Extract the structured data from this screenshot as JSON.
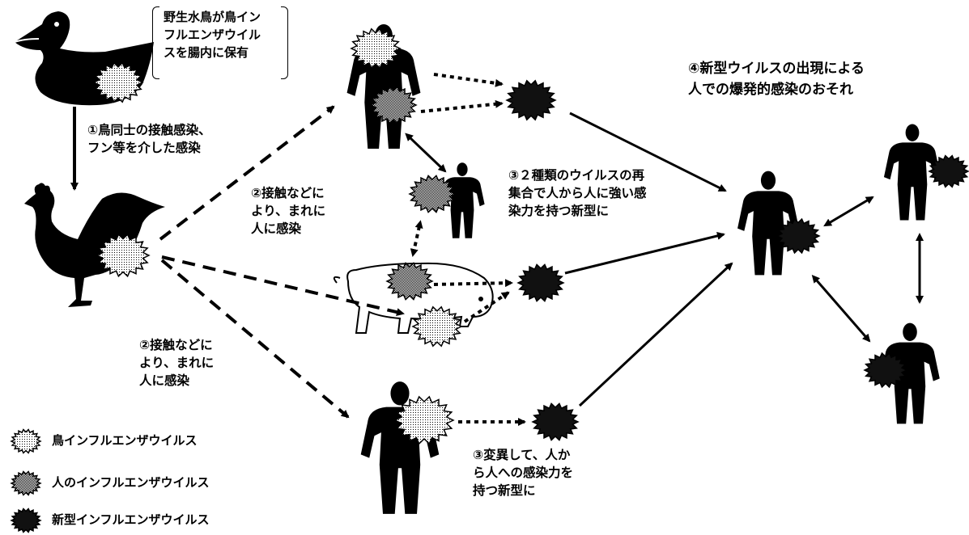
{
  "labels": {
    "wild_bird_note": "野生水鳥が鳥イン\nフルエンザウイル\nスを腸内に保有",
    "step1": "①鳥同士の接触感染、\nフン等を介した感染",
    "step2_upper": "②接触などに\nより、まれに\n人に感染",
    "step2_lower": "②接触などに\nより、まれに\n人に感染",
    "step3_reassort": "③２種類のウイルスの再\n集合で人から人に強い感\n染力を持つ新型に",
    "step3_mutate": "③変異して、人か\nら人への感染力を\n持つ新型に",
    "step4": "④新型ウイルスの出現による\n人での爆発的感染のおそれ"
  },
  "legend": [
    {
      "icon": "avian-virus-icon",
      "style": "light",
      "label": "鳥インフルエンザウイルス"
    },
    {
      "icon": "human-virus-icon",
      "style": "medium",
      "label": "人のインフルエンザウイルス"
    },
    {
      "icon": "new-virus-icon",
      "style": "dark",
      "label": "新型インフルエンザウイルス"
    }
  ],
  "colors": {
    "ink": "#000000",
    "avian_virus": "#e6e6e6",
    "human_virus": "#8c8c8c",
    "new_virus": "#111111"
  }
}
